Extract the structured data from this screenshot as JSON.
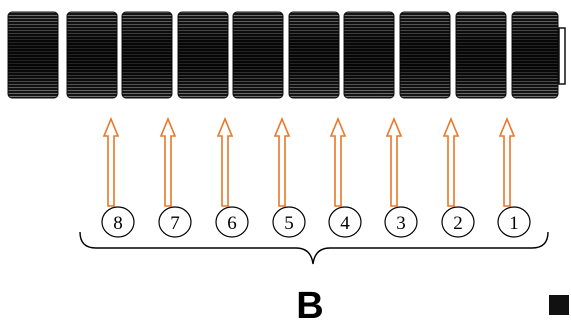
{
  "diagram": {
    "segment_count": 10,
    "numbered_positions": [
      "8",
      "7",
      "6",
      "5",
      "4",
      "3",
      "2",
      "1"
    ],
    "group_label": "B"
  },
  "colors": {
    "background": "#ffffff",
    "knurl_dark": "#111111",
    "knurl_light": "#9a9a9a",
    "arrow": "#e8782a",
    "outline": "#000000",
    "marker": "#111111"
  }
}
